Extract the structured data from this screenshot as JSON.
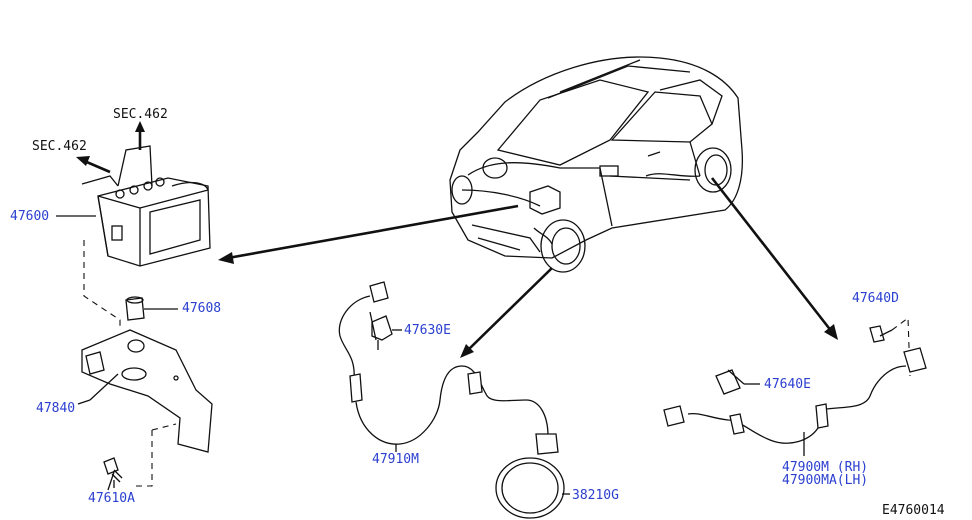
{
  "labels": {
    "sec_left": "SEC.462",
    "sec_top": "SEC.462",
    "p47600": "47600",
    "p47608": "47608",
    "p47840": "47840",
    "p47610a": "47610A",
    "p47630e": "47630E",
    "p47910m": "47910M",
    "p38210g": "38210G",
    "p47640d": "47640D",
    "p47640e": "47640E",
    "p47900m": "47900M (RH)",
    "p47900ma": "47900MA(LH)",
    "ref": "E4760014"
  },
  "colors": {
    "link": "#2a3fd0",
    "line": "#111111"
  }
}
